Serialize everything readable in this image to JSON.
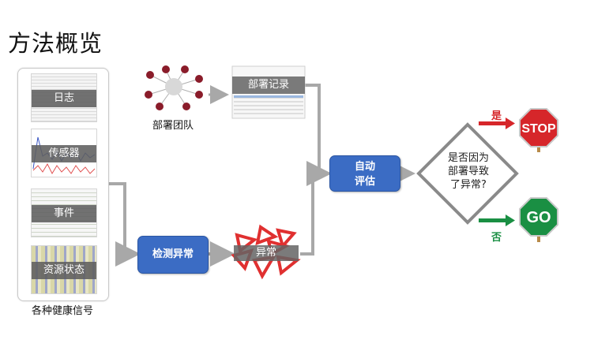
{
  "title": "方法概览",
  "signals": {
    "caption": "各种健康信号",
    "items": [
      {
        "label": "日志"
      },
      {
        "label": "传感器"
      },
      {
        "label": "事件"
      },
      {
        "label": "资源状态"
      }
    ]
  },
  "deployment": {
    "team_caption": "部署团队",
    "records_label": "部署记录"
  },
  "process": {
    "auto_eval_line1": "自动",
    "auto_eval_line2": "评估",
    "detect_label": "检测异常",
    "anomaly_label": "异常"
  },
  "decision": {
    "line1": "是否因为",
    "line2": "部署导致",
    "line3": "了异常?",
    "yes_label": "是",
    "no_label": "否"
  },
  "signs": {
    "stop_text": "STOP",
    "go_text": "GO",
    "stop_color": "#d6262a",
    "go_color": "#1a8f43"
  },
  "colors": {
    "process_box": "#3b6cc4",
    "connector": "#a8a8a8"
  }
}
